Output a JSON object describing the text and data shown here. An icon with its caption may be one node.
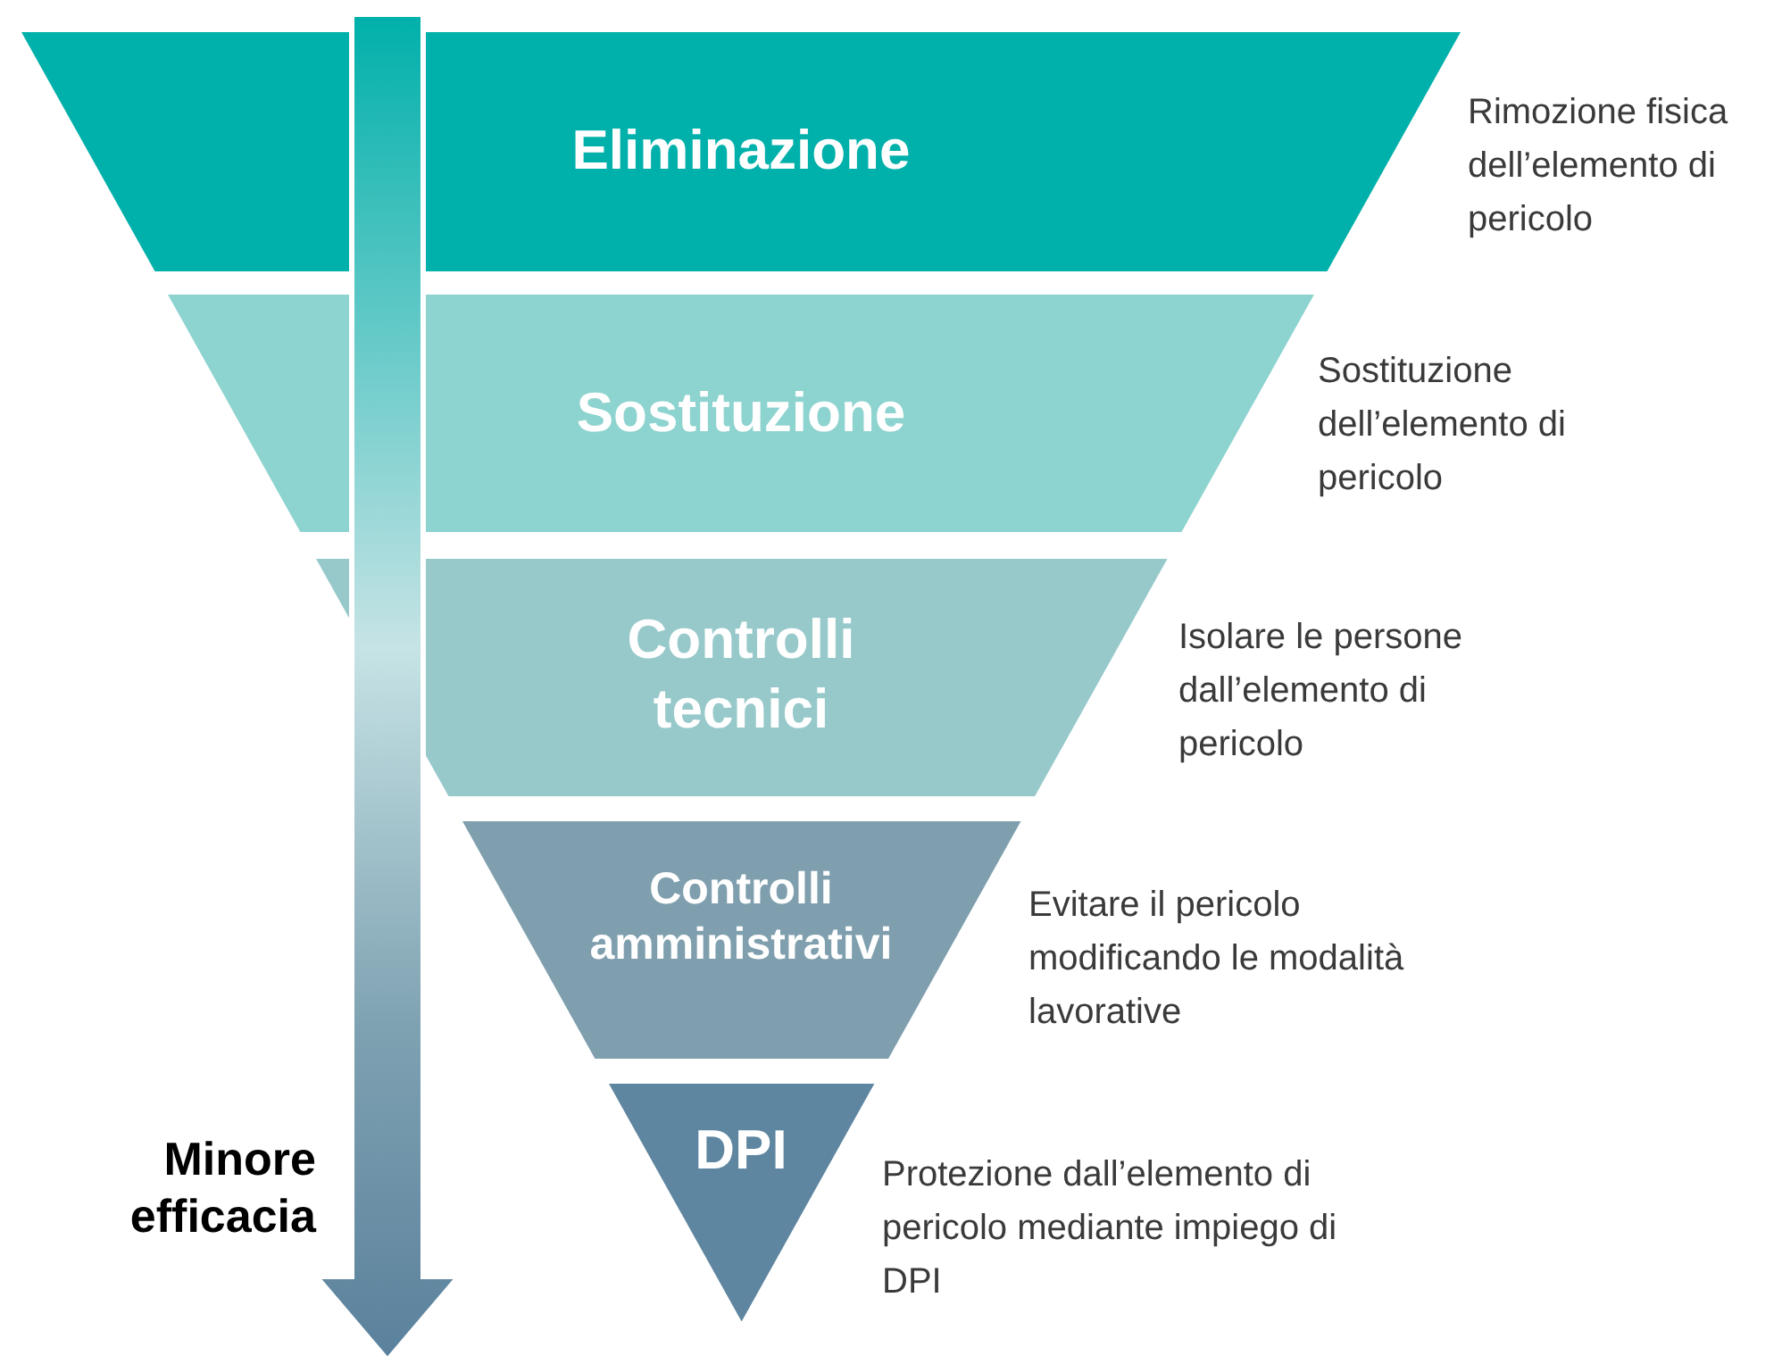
{
  "diagram": {
    "nodes": [
      {
        "text": [
          "Eliminazione"
        ],
        "beside": [
          "Rimozione fisica dell’elemento di pericolo"
        ]
      },
      {
        "text": [
          "Sostituzione"
        ],
        "beside": [
          "Sostituzione dell’elemento di pericolo"
        ]
      },
      {
        "text": [
          "Controlli tecnici"
        ],
        "beside": [
          "Isolare le persone dall’elemento di pericolo"
        ]
      },
      {
        "text": [
          "Controlli amministrativi"
        ],
        "beside": [
          "Evitare il pericolo modificando le modalità lavorative"
        ]
      },
      {
        "text": [
          "DPI"
        ],
        "beside": [
          "Protezione dall’elemento di pericolo mediante impiego di DPI"
        ]
      }
    ],
    "labels": [
      "Minore efficacia"
    ]
  }
}
